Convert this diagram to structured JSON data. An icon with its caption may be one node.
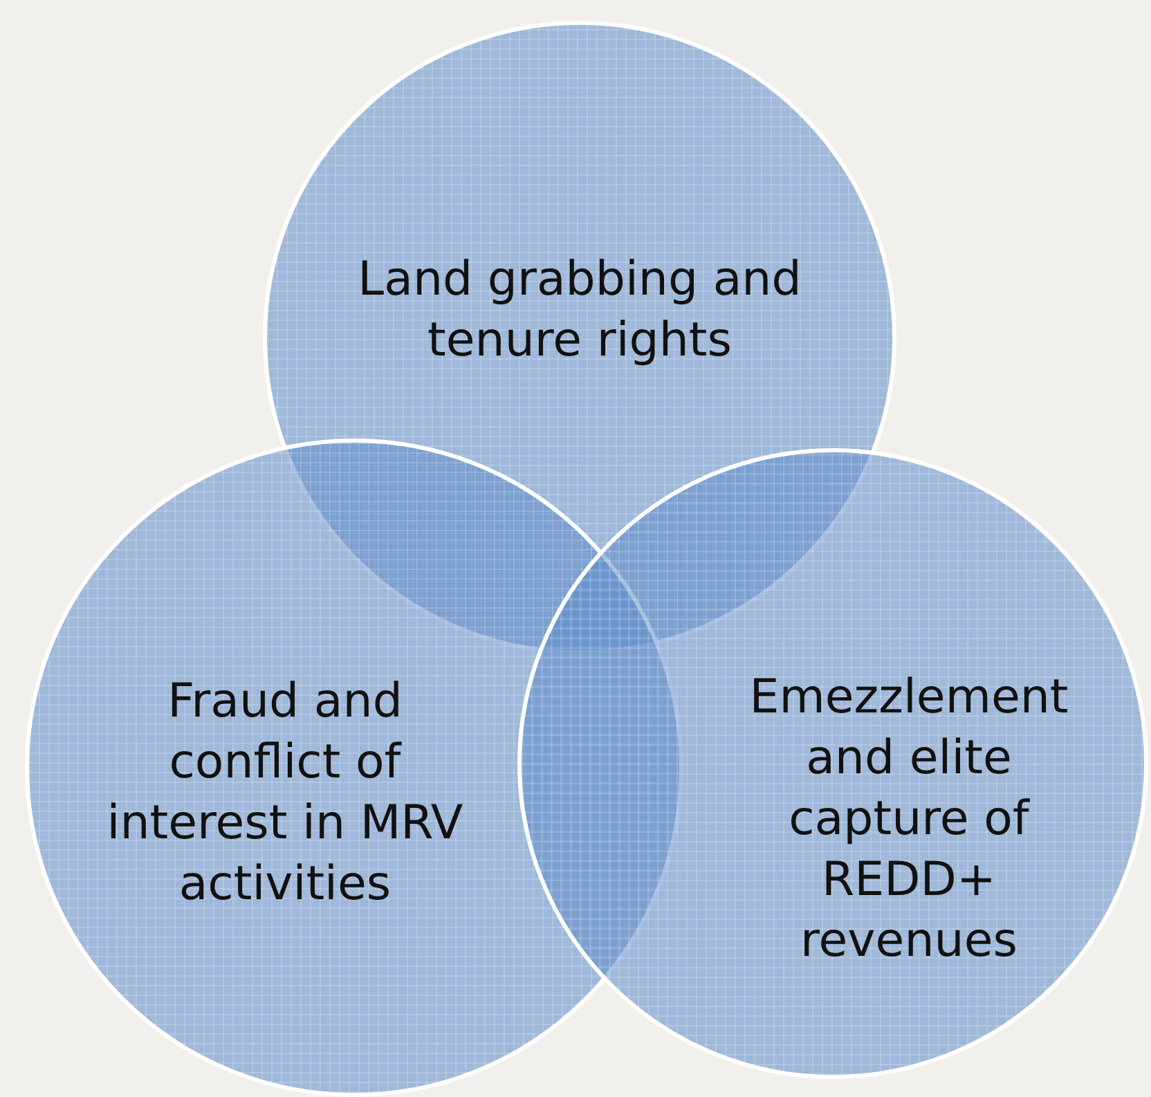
{
  "diagram": {
    "nodes": [
      {
        "text": [
          "Land grabbing and tenure rights"
        ]
      },
      {
        "text": [
          "Fraud and conflict of interest in MRV activities"
        ]
      },
      {
        "text": [
          "Emezzlement and elite capture of REDD+ revenues"
        ]
      }
    ]
  }
}
